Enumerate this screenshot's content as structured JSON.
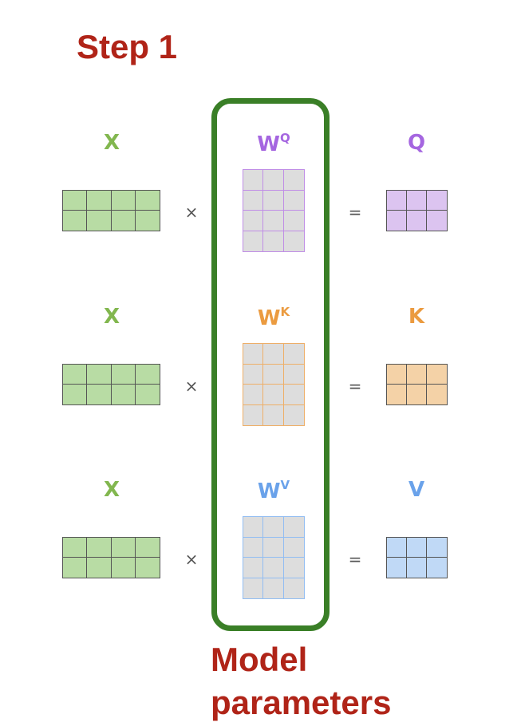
{
  "title": "Step 1",
  "caption": {
    "line1": "Model",
    "line2": "parameters"
  },
  "colors": {
    "title": "#b02418",
    "frame": "#3a7f27",
    "x_fill": "#b8dca4",
    "x_text": "#82b74f",
    "q_text": "#a566e0",
    "q_border": "#c08ee6",
    "q_fill": "#dcc4f0",
    "k_text": "#eb9b40",
    "k_border": "#eeaf68",
    "k_fill": "#f4d2a7",
    "v_text": "#6aa2ea",
    "v_border": "#92bdf2",
    "v_fill": "#c0d9f6",
    "weight_fill": "#dddddd",
    "cell_border": "#555555"
  },
  "rows": [
    {
      "input": "X",
      "weight": {
        "base": "W",
        "sup": "Q"
      },
      "output": "Q",
      "times": "×",
      "equals": "=",
      "scheme": "q"
    },
    {
      "input": "X",
      "weight": {
        "base": "W",
        "sup": "K"
      },
      "output": "K",
      "times": "×",
      "equals": "=",
      "scheme": "k"
    },
    {
      "input": "X",
      "weight": {
        "base": "W",
        "sup": "V"
      },
      "output": "V",
      "times": "×",
      "equals": "=",
      "scheme": "v"
    }
  ],
  "matrix_shapes": {
    "input": {
      "rows": 2,
      "cols": 4
    },
    "weight": {
      "rows": 4,
      "cols": 3
    },
    "output": {
      "rows": 2,
      "cols": 3
    }
  }
}
